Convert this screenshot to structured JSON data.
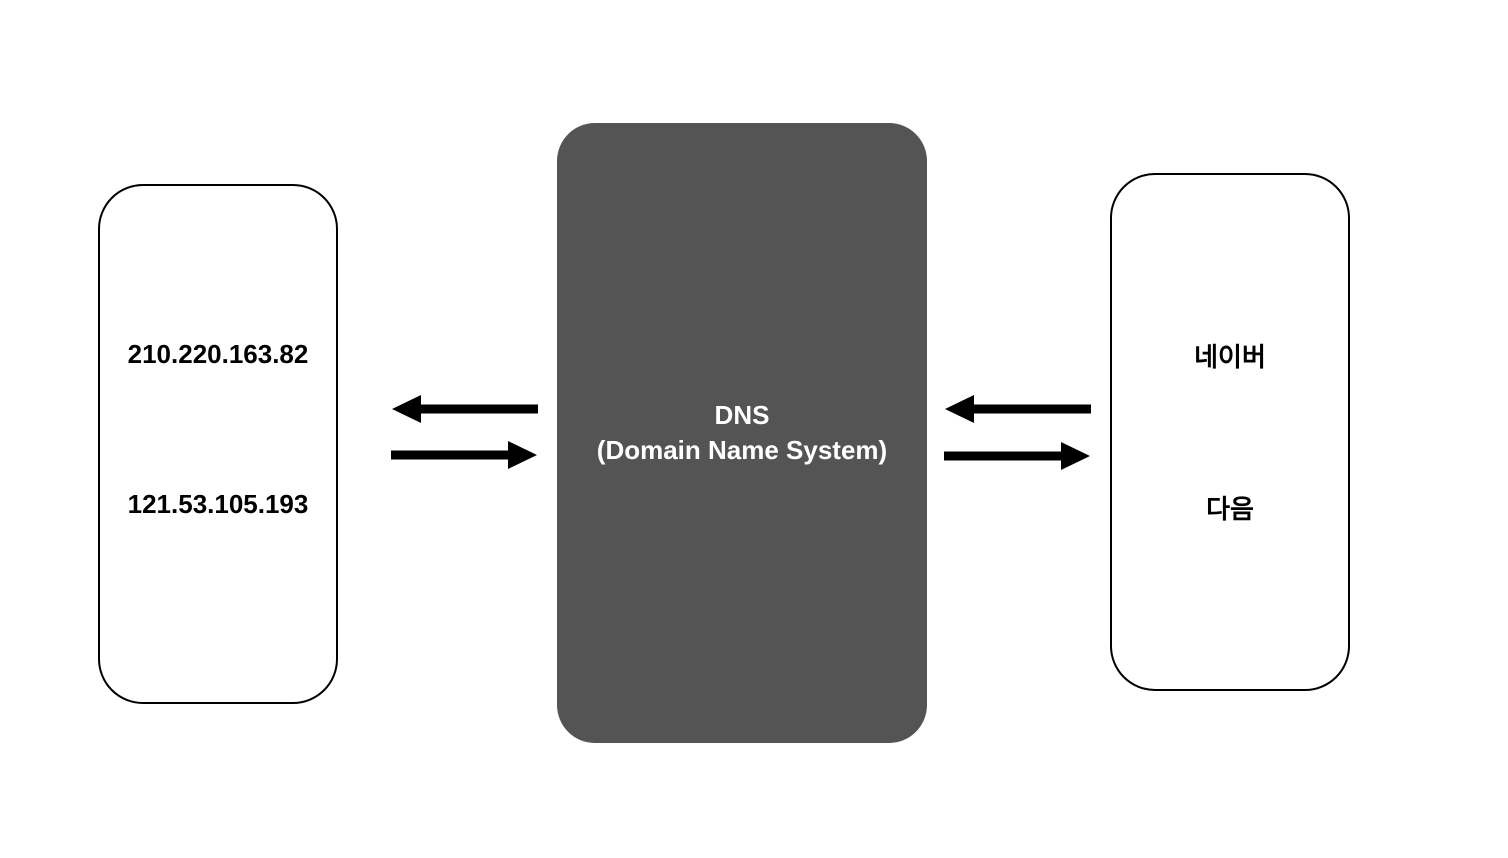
{
  "diagram": {
    "ip_box": {
      "items": [
        "210.220.163.82",
        "121.53.105.193"
      ]
    },
    "dns_box": {
      "line1": "DNS",
      "line2": "(Domain Name System)"
    },
    "domain_box": {
      "items": [
        "네이버",
        "다음"
      ]
    },
    "arrows": [
      {
        "name": "arrow-dns-to-ip",
        "direction": "left"
      },
      {
        "name": "arrow-ip-to-dns",
        "direction": "right"
      },
      {
        "name": "arrow-domain-to-dns",
        "direction": "left"
      },
      {
        "name": "arrow-dns-to-domain",
        "direction": "right"
      }
    ],
    "colors": {
      "background": "#ffffff",
      "box_fill": "#ffffff",
      "box_border": "#000000",
      "dns_box_bg": "#545454",
      "dns_box_text": "#ffffff",
      "label_text": "#000000",
      "arrow": "#000000"
    }
  }
}
